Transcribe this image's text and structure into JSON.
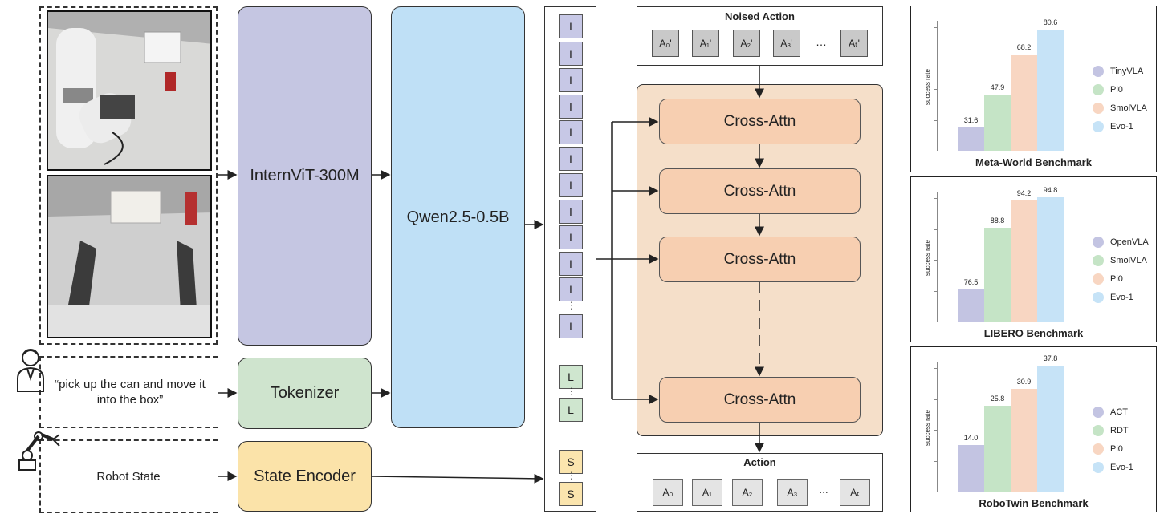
{
  "inputs": {
    "instruction": "“pick up the can and move it into the box”",
    "robot_state": "Robot State"
  },
  "modules": {
    "vision": "InternViT-300M",
    "tokenizer": "Tokenizer",
    "llm": "Qwen2.5-0.5B",
    "state_encoder": "State Encoder"
  },
  "tokens": {
    "image": "I",
    "language": "L",
    "state": "S",
    "ellipsis": "⋮"
  },
  "noised_action": {
    "title": "Noised Action",
    "items": [
      "A₀'",
      "A₁'",
      "A₂'",
      "A₃'",
      "…",
      "Aₜ'"
    ]
  },
  "cross_attn": "Cross-Attn",
  "action": {
    "title": "Action",
    "items": [
      "A₀",
      "A₁",
      "A₂",
      "A₃",
      "…",
      "Aₜ"
    ]
  },
  "colors": {
    "vision": "#c5c6e2",
    "tokenizer": "#cfe4ce",
    "llm": "#bfe0f6",
    "state": "#fbe3a9",
    "expert_bg": "#f5dfc9",
    "attn": "#f7cfb1"
  },
  "chart_data": [
    {
      "type": "bar",
      "title": "Meta-World Benchmark",
      "ylabel": "success rate",
      "categories": [
        "TinyVLA",
        "Pi0",
        "SmolVLA",
        "Evo-1"
      ],
      "values": [
        31.6,
        47.9,
        68.2,
        80.6
      ],
      "ylim": [
        20,
        85
      ],
      "colors": [
        "#c3c4e2",
        "#c5e4c6",
        "#f8d6c2",
        "#c6e3f7"
      ],
      "legend": "right"
    },
    {
      "type": "bar",
      "title": "LIBERO Benchmark",
      "ylabel": "success rate",
      "categories": [
        "OpenVLA",
        "SmolVLA",
        "Pi0",
        "Evo-1"
      ],
      "values": [
        76.5,
        88.8,
        94.2,
        94.8
      ],
      "ylim": [
        70,
        96
      ],
      "colors": [
        "#c3c4e2",
        "#c5e4c6",
        "#f8d6c2",
        "#c6e3f7"
      ],
      "legend": "right"
    },
    {
      "type": "bar",
      "title": "RoboTwin Benchmark",
      "ylabel": "success rate",
      "categories": [
        "ACT",
        "RDT",
        "Pi0",
        "Evo-1"
      ],
      "values": [
        14.0,
        25.8,
        30.9,
        37.8
      ],
      "ylim": [
        0,
        39
      ],
      "colors": [
        "#c3c4e2",
        "#c5e4c6",
        "#f8d6c2",
        "#c6e3f7"
      ],
      "legend": "right"
    }
  ]
}
